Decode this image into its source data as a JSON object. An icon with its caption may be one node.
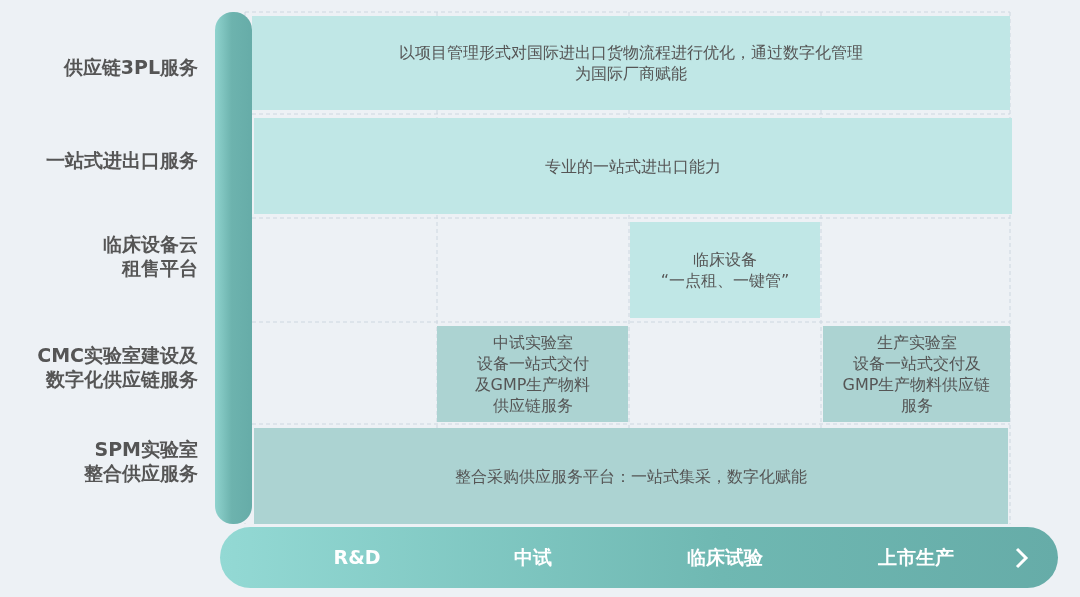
{
  "diagram": {
    "nodes": [
      {
        "text": [
          "以项目管理形式对国际进出口货物流程进行优化，通过数字化管理为国际厂商赋能"
        ]
      },
      {
        "text": [
          "专业的一站式进出口能力"
        ]
      },
      {
        "text": [
          "临床设备",
          "“一点租、一键管”"
        ]
      },
      {
        "text": [
          "中试实验室",
          "设备一站式交付及GMP生产物料供应链服务"
        ]
      },
      {
        "text": [
          "生产实验室",
          "设备一站式交付及GMP生产物料供应链服务"
        ]
      },
      {
        "text": [
          "整合采购供应服务平台：一站式集采，数字化赋能"
        ]
      },
      {
        "text": [
          "R&D",
          "中试",
          "临床试验",
          "上市生产"
        ]
      },
      {
        "text": [],
        "shape": "bar"
      }
    ],
    "labels": [
      "供应链3PL服务",
      "一站式进出口服务",
      "临床设备云租售平台",
      "CMC实验室建设及数字化供应链服务",
      "SPM实验室整合供应服务"
    ]
  }
}
